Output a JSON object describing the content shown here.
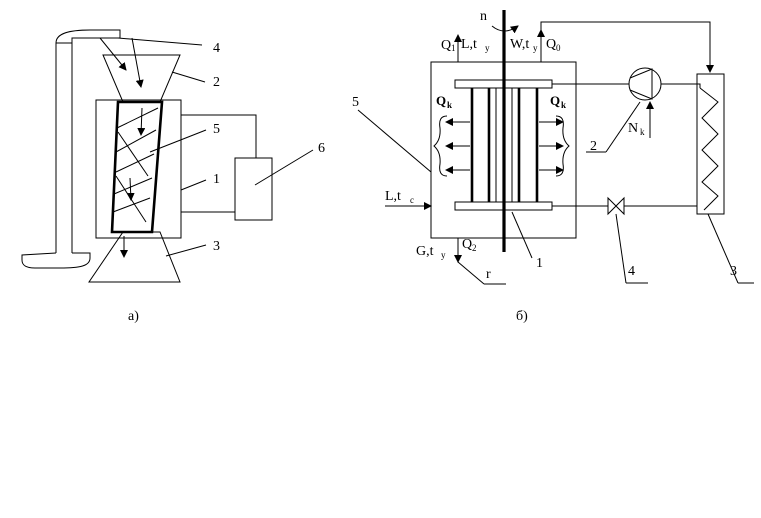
{
  "diagram_a": {
    "caption": "а)",
    "callouts": [
      "4",
      "2",
      "5",
      "1",
      "6",
      "3"
    ]
  },
  "diagram_b": {
    "caption": "б)",
    "callouts": [
      "5",
      "2",
      "1",
      "4",
      "3"
    ],
    "top_labels": {
      "n": "n",
      "q1": "Q",
      "q1_sub": "1",
      "lt": "L,t",
      "lt_sub": "y",
      "wt": "W,t",
      "wt_sub": "y",
      "q0": "Q",
      "q0_sub": "0"
    },
    "qk_left": "Q",
    "qk_left_sub": "k",
    "qk_right": "Q",
    "qk_right_sub": "k",
    "nk": "N",
    "nk_sub": "k",
    "ltc": "L,t",
    "ltc_sub": "c",
    "gt": "G,t",
    "gt_sub": "y",
    "q2": "Q",
    "q2_sub": "2",
    "r": "r"
  }
}
